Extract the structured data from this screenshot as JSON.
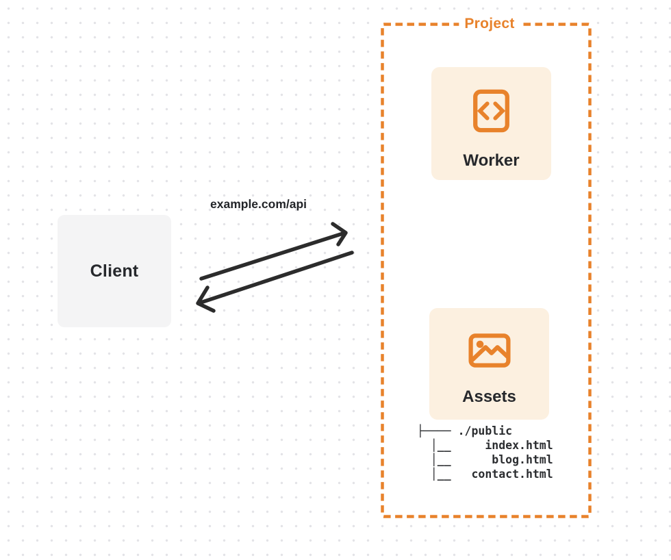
{
  "diagram": {
    "client": {
      "label": "Client"
    },
    "connection": {
      "request_label": "example.com/api"
    },
    "project": {
      "label": "Project",
      "worker": {
        "label": "Worker",
        "icon": "code-file-icon"
      },
      "assets": {
        "label": "Assets",
        "icon": "image-icon"
      },
      "file_tree": {
        "lines": [
          "├──── ./public",
          "  │__     index.html",
          "  │__      blog.html",
          "  │__   contact.html"
        ]
      }
    },
    "colors": {
      "accent_orange": "#e8822b",
      "card_background": "#fcf0e0",
      "client_background": "#f4f4f5",
      "arrow": "#2c2c2c",
      "dot_grid": "#e3e3e7"
    }
  }
}
